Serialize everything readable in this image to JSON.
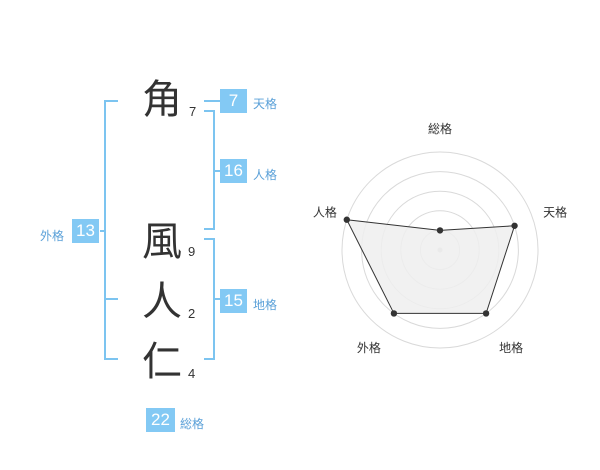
{
  "name_chars": [
    {
      "char": "角",
      "strokes": "7"
    },
    {
      "char": "風",
      "strokes": "9"
    },
    {
      "char": "人",
      "strokes": "2"
    },
    {
      "char": "仁",
      "strokes": "4"
    }
  ],
  "fortunes": {
    "tenkaku": {
      "value": "7",
      "label": "天格"
    },
    "jinkaku": {
      "value": "16",
      "label": "人格"
    },
    "chikaku": {
      "value": "15",
      "label": "地格"
    },
    "gaikaku": {
      "value": "13",
      "label": "外格"
    },
    "soukaku": {
      "value": "22",
      "label": "総格"
    }
  },
  "chart_data": {
    "type": "radar",
    "axes": [
      "総格",
      "天格",
      "地格",
      "外格",
      "人格"
    ],
    "values": [
      1,
      4,
      4,
      4,
      5
    ],
    "range": [
      0,
      5
    ],
    "colors": {
      "fill": "#eeeeee",
      "line": "#333333",
      "grid": "#d9d9d9"
    }
  }
}
